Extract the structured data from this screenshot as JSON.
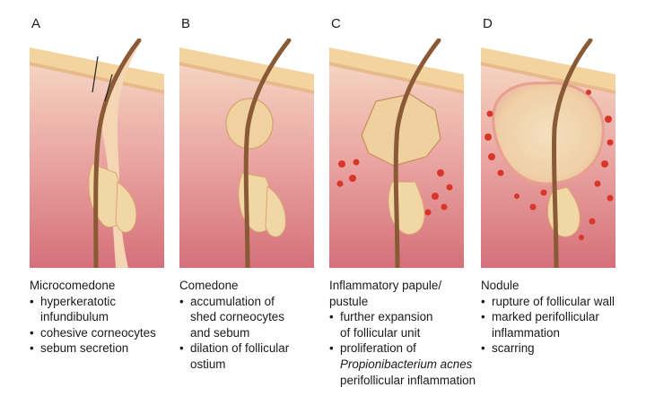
{
  "panels": [
    {
      "letter": "A",
      "title": "Microcomedone",
      "bullets": [
        {
          "lines": [
            "hyperkeratotic",
            "infundibulum"
          ]
        },
        {
          "lines": [
            "cohesive corneocytes"
          ]
        },
        {
          "lines": [
            "sebum secretion"
          ]
        }
      ]
    },
    {
      "letter": "B",
      "title": "Comedone",
      "bullets": [
        {
          "lines": [
            "accumulation of",
            "shed corneocytes",
            "and sebum"
          ]
        },
        {
          "lines": [
            "dilation of follicular",
            "ostium"
          ]
        }
      ]
    },
    {
      "letter": "C",
      "title_lines": [
        "Inflammatory papule/",
        "pustule"
      ],
      "bullets": [
        {
          "lines": [
            "further expansion",
            "of follicular unit"
          ]
        },
        {
          "lines": [
            "proliferation of"
          ],
          "italic": "Propionibacterium acnes",
          "tail": "perifollicular inflammation"
        }
      ]
    },
    {
      "letter": "D",
      "title": "Nodule",
      "bullets": [
        {
          "lines": [
            "rupture of follicular wall"
          ]
        },
        {
          "lines": [
            "marked perifollicular",
            "inflammation"
          ]
        },
        {
          "lines": [
            "scarring"
          ]
        }
      ]
    }
  ],
  "colors": {
    "epidermis": "#f6dcc4",
    "dermis_upper": "#f3c9c0",
    "dermis_lower": "#d9787c",
    "stratum": "#f9e7a8",
    "hair": "#8a5a36",
    "sebaceous": "#ecd2a4",
    "inflammation": "#d8362b"
  }
}
